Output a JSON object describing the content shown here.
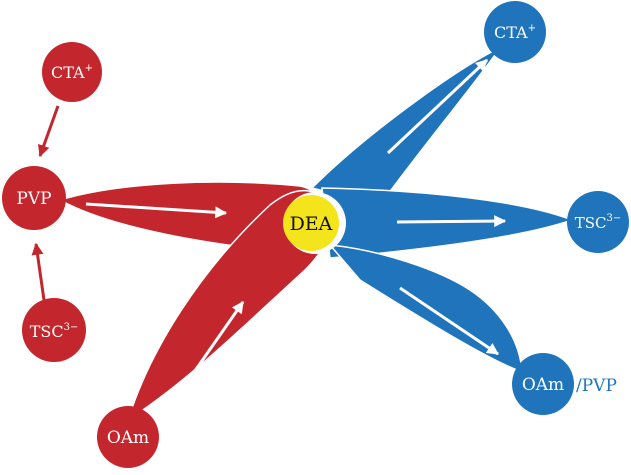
{
  "colors": {
    "red": "#c4262d",
    "blue": "#1f74bb",
    "center": "#f4e41c",
    "arrow": "#ffffff",
    "background": "#ffffff"
  },
  "center": {
    "label": "DEA"
  },
  "left_nodes": {
    "cta": {
      "label": "CTA",
      "sup": "+"
    },
    "pvp": {
      "label": "PVP"
    },
    "tsc": {
      "label": "TSC",
      "sup": "3−"
    },
    "oam": {
      "label": "OAm"
    }
  },
  "right_nodes": {
    "cta": {
      "label": "CTA",
      "sup": "+"
    },
    "tsc": {
      "label": "TSC",
      "sup": "3−"
    },
    "oam": {
      "label": "OAm",
      "suffix": "/PVP"
    }
  }
}
